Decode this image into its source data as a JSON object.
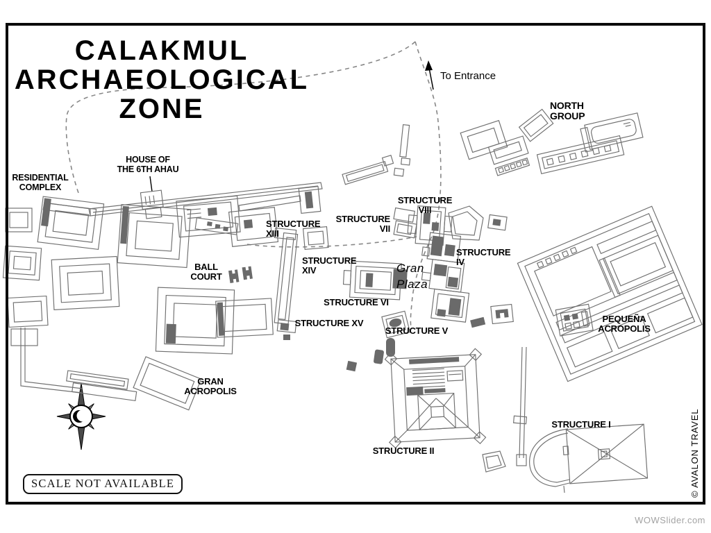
{
  "page": {
    "watermark": "WOWSlider.com"
  },
  "map": {
    "title": {
      "line1": "CALAKMUL",
      "line2": "ARCHAEOLOGICAL",
      "line3": "ZONE"
    },
    "entrance_label": "To Entrance",
    "scale_note": "SCALE NOT AVAILABLE",
    "credit": "© AVALON TRAVEL",
    "labels": {
      "north_group": {
        "line1": "NORTH",
        "line2": "GROUP"
      },
      "house_6th_ahau": {
        "line1": "HOUSE OF",
        "line2": "THE 6TH AHAU"
      },
      "residential_complex": {
        "line1": "RESIDENTIAL",
        "line2": "COMPLEX"
      },
      "structure_xiii": {
        "line1": "STRUCTURE",
        "line2": "XIII"
      },
      "structure_vii": {
        "line1": "STRUCTURE",
        "line2": "VII"
      },
      "structure_viii": {
        "line1": "STRUCTURE",
        "line2": "VIII"
      },
      "structure_xiv": {
        "line1": "STRUCTURE",
        "line2": "XIV"
      },
      "structure_iv": {
        "line1": "STRUCTURE",
        "line2": "IV"
      },
      "gran_plaza": {
        "line1": "Gran",
        "line2": "Plaza"
      },
      "ball_court": {
        "line1": "BALL",
        "line2": "COURT"
      },
      "structure_vi": {
        "line1": "STRUCTURE VI"
      },
      "structure_xv": {
        "line1": "STRUCTURE XV"
      },
      "structure_v": {
        "line1": "STRUCTURE V"
      },
      "gran_acropolis": {
        "line1": "GRAN",
        "line2": "ACROPOLIS"
      },
      "pequena_acropolis": {
        "line1": "PEQUEÑA",
        "line2": "ACROPOLIS"
      },
      "structure_ii": {
        "line1": "STRUCTURE II"
      },
      "structure_i": {
        "line1": "STRUCTURE I"
      }
    },
    "colors": {
      "outline": "#6f6f6f",
      "dark_fill": "#6a6a6a",
      "dash": "#878787",
      "frame": "#0a0a0a",
      "watermark_text": "#a3a3a3"
    }
  }
}
